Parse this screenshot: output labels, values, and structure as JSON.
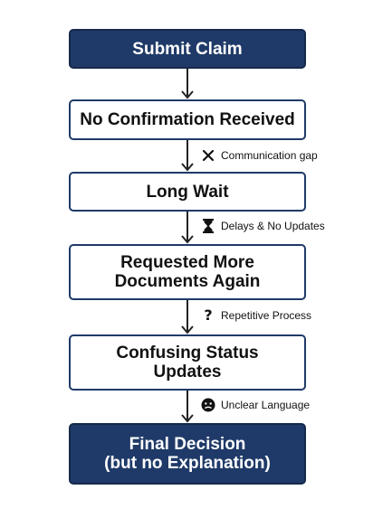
{
  "steps": [
    {
      "label": "Submit Claim",
      "style": "dark"
    },
    {
      "label": "No Confirmation Received",
      "style": "light"
    },
    {
      "label": "Long Wait",
      "style": "light"
    },
    {
      "label": "Requested More\nDocuments Again",
      "style": "light"
    },
    {
      "label": "Confusing Status\nUpdates",
      "style": "light"
    },
    {
      "label": "Final Decision\n(but no Explanation)",
      "style": "dark"
    }
  ],
  "notes": [
    {
      "icon": "x-icon",
      "text": "Communication gap"
    },
    {
      "icon": "hourglass-icon",
      "text": "Delays & No Updates"
    },
    {
      "icon": "question-mark-icon",
      "text": "Repetitive Process"
    },
    {
      "icon": "confused-face-icon",
      "text": "Unclear Language"
    }
  ],
  "colors": {
    "navy": "#1f3a68",
    "text": "#111111"
  }
}
